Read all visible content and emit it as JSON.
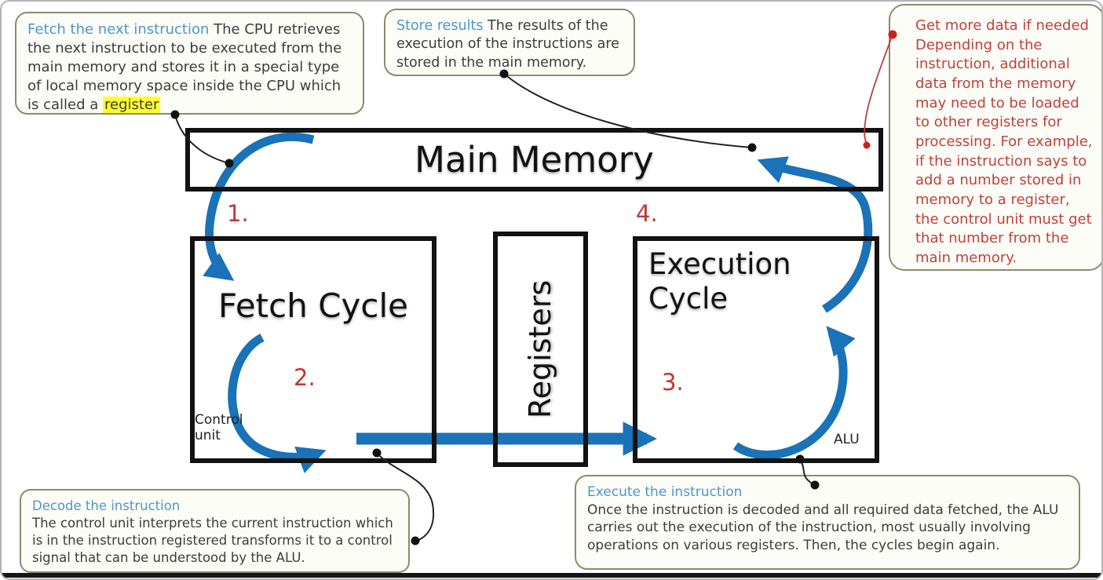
{
  "diagram": {
    "boxes": {
      "main_memory": {
        "label": "Main Memory"
      },
      "fetch_cycle": {
        "label": "Fetch Cycle",
        "sublabel": "Control unit"
      },
      "registers": {
        "label": "Registers"
      },
      "execution_cycle": {
        "label": "Execution Cycle",
        "sublabel": "ALU"
      }
    },
    "steps": {
      "one": "1.",
      "two": "2.",
      "three": "3.",
      "four": "4."
    },
    "callouts": {
      "fetch": {
        "heading": "Fetch the next instruction ",
        "body": "The CPU retrieves the next instruction to be executed from the main memory and stores it in a special type of local memory space inside the CPU which is called a ",
        "highlight": "register"
      },
      "store": {
        "heading": "Store results ",
        "body": "The results of the execution of the instructions are stored in the main memory."
      },
      "get_more": {
        "heading": "Get more data if needed",
        "body": "Depending on the instruction, additional data from the memory may need to be loaded to other registers for processing. For example, if the instruction says to add a number stored in memory to a register, the control unit must get that number from the main memory."
      },
      "decode": {
        "heading": "Decode the instruction",
        "body": "The control unit interprets the current instruction which is in the instruction registered transforms it to a control signal that can be understood by the ALU."
      },
      "execute": {
        "heading": "Execute the instruction",
        "body": "Once the instruction is decoded and all required data fetched, the ALU carries out the execution of the instruction, most usually involving operations on various registers. Then, the cycles begin again."
      }
    },
    "colors": {
      "arrow_blue": "#1a72b8",
      "heading_blue": "#4d96c8",
      "note_red": "#c0403d",
      "step_red": "#c23434",
      "highlight_yellow": "#ffff2d",
      "box_border_black": "#121212"
    }
  }
}
